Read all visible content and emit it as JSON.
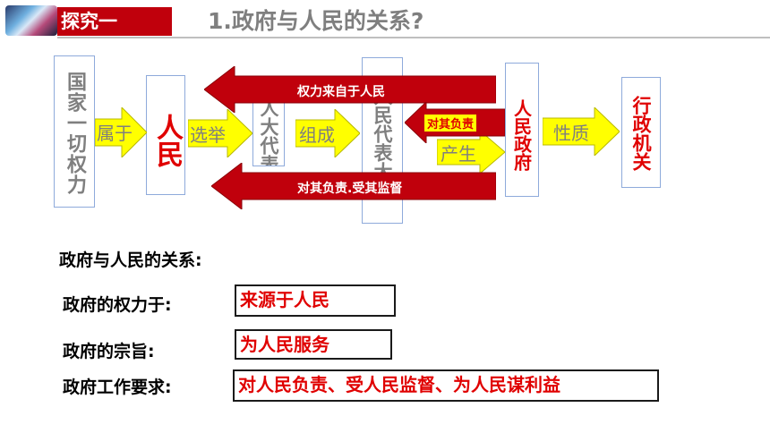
{
  "header": {
    "badge": "探究一",
    "title": "1.政府与人民的关系?"
  },
  "diagram": {
    "state_power": "国家一切权力",
    "belongs_to": "属于",
    "people": "人民",
    "elect": "选举",
    "npc_partial": "人大代表",
    "form": "组成",
    "congress": "人民代表大会",
    "responsible_small": "对其负责",
    "produce": "产生",
    "government": "人民政府",
    "nature": "性质",
    "executive": "行政机关",
    "banner_top": "权力来自于人民",
    "banner_bottom": "对其负责.受其监督"
  },
  "relations": {
    "heading": "政府与人民的关系:",
    "rows": [
      {
        "label": "政府的权力于:",
        "answer": "来源于人民"
      },
      {
        "label": "政府的宗旨:",
        "answer": "为人民服务"
      },
      {
        "label": "政府工作要求:",
        "answer": "对人民负责、受人民监督、为人民谋利益"
      }
    ]
  },
  "colors": {
    "accent_red": "#c0000c",
    "arrow_yellow": "#ffff00",
    "text_gray": "#7f7f7f",
    "answer_red": "#e00000"
  }
}
